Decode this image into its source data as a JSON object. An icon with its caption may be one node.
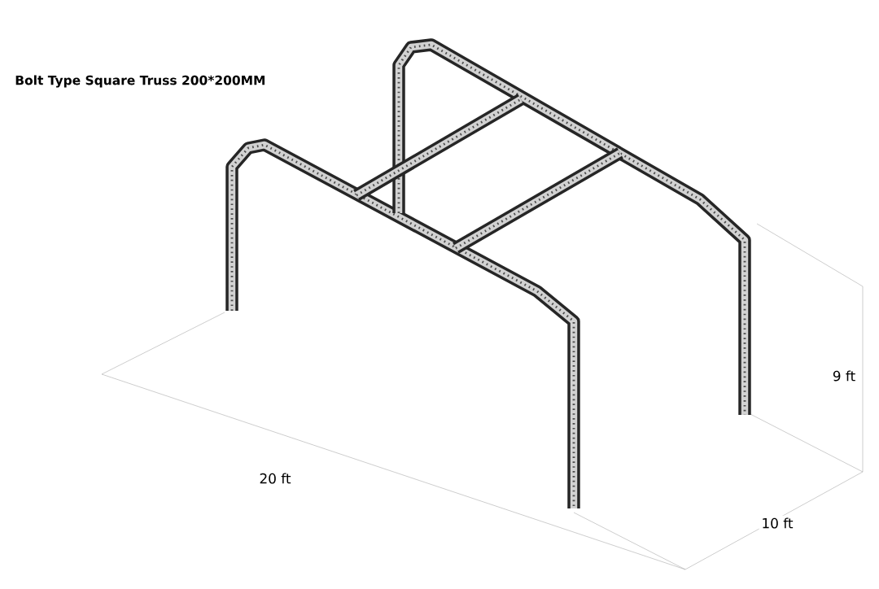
{
  "diagram": {
    "title": "Bolt Type Square Truss 200*200MM",
    "labels": [
      "9 ft",
      "20 ft",
      "10 ft"
    ]
  }
}
